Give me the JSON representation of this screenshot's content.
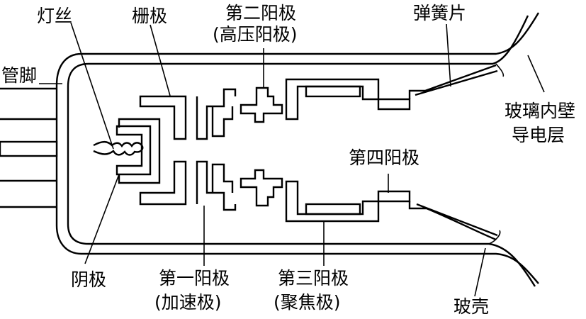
{
  "labels": {
    "filament": "灯丝",
    "grid": "栅极",
    "anode2_line1": "第二阳极",
    "anode2_line2": "(高压阳极)",
    "spring": "弹簧片",
    "pins": "管脚",
    "coating_line1": "玻璃内壁",
    "coating_line2": "导电层",
    "anode4": "第四阳极",
    "cathode": "阴极",
    "anode1_line1": "第一阳极",
    "anode1_line2": "(加速极)",
    "anode3_line1": "第三阳极",
    "anode3_line2": "(聚焦极)",
    "shell": "玻壳"
  }
}
